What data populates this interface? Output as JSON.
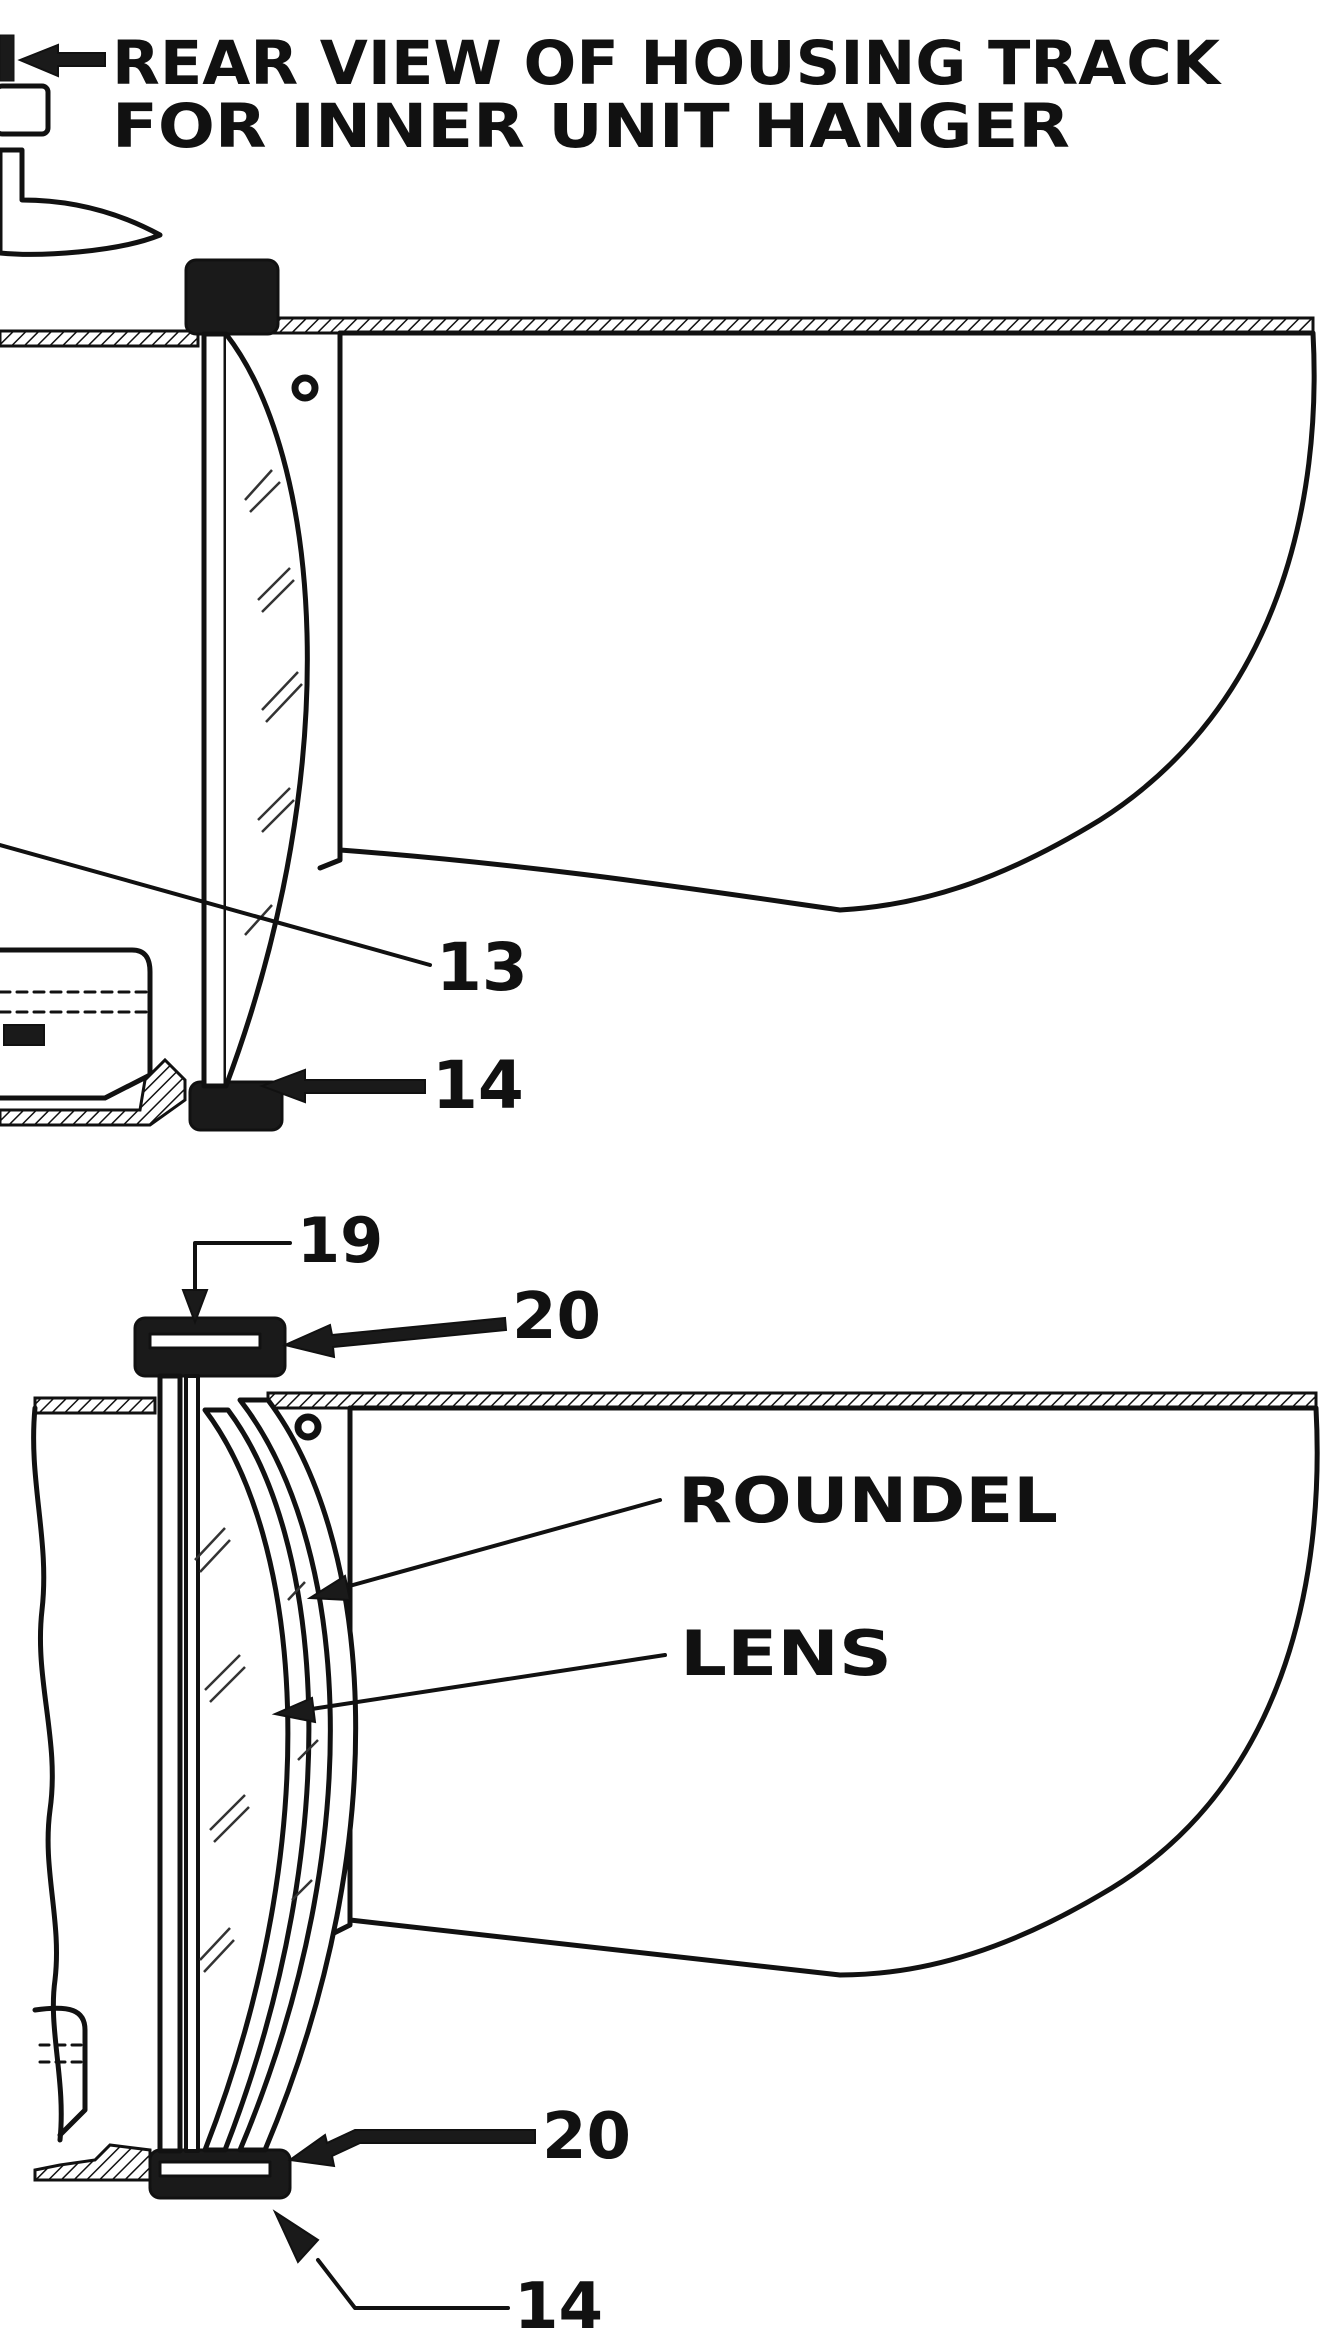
{
  "colors": {
    "ink": "#111111",
    "paper": "#ffffff"
  },
  "labels": {
    "header_line1": "REAR VIEW OF HOUSING TRACK",
    "header_line2": "FOR INNER UNIT HANGER",
    "top_13": "13",
    "top_14": "14",
    "bot_19": "19",
    "bot_20_top": "20",
    "roundel": "ROUNDEL",
    "lens": "LENS",
    "bot_20_low": "20",
    "bot_14": "14"
  }
}
